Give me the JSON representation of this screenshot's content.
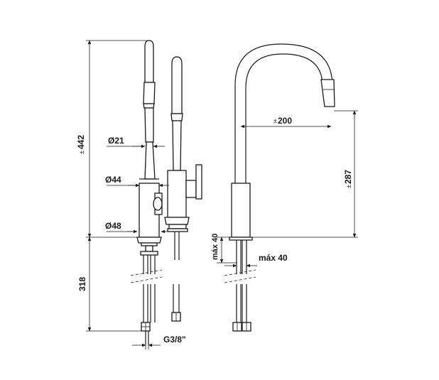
{
  "drawing": {
    "front_view": {
      "height_total": "442",
      "height_total_prefix": "±",
      "height_below": "318",
      "dia_spout": "Ø21",
      "dia_body": "Ø44",
      "dia_base": "Ø48",
      "connection": "G3/8\""
    },
    "side_view": {
      "reach": "200",
      "reach_prefix": "±",
      "spout_height": "287",
      "spout_height_prefix": "±",
      "max_deck_thickness": "máx 40",
      "max_hole_offset": "máx 40"
    }
  }
}
